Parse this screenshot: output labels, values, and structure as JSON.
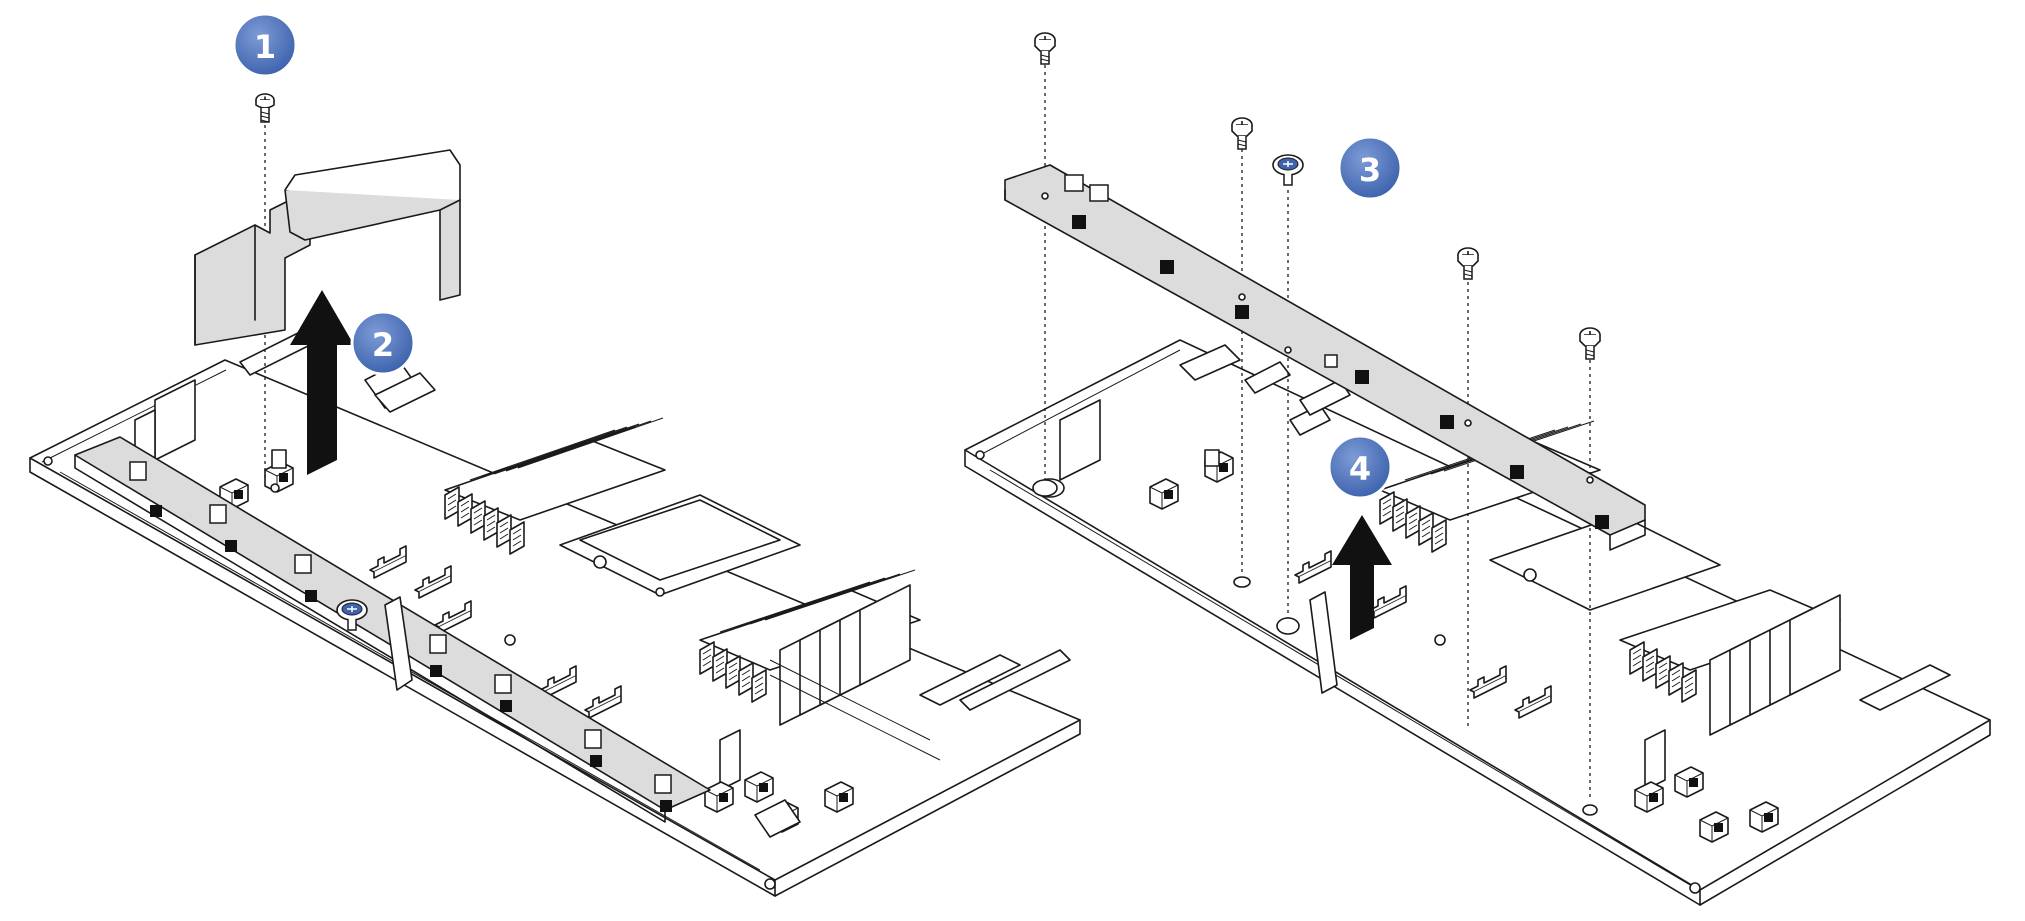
{
  "figure": {
    "colors": {
      "callout": "#5b7fc4",
      "callout_dark": "#3e63ad",
      "line": "#1a1a1a",
      "panel": "#dcdcdc",
      "arrow": "#111111"
    },
    "steps": [
      {
        "number": "1",
        "icon": "numbered-callout"
      },
      {
        "number": "2",
        "icon": "numbered-callout"
      },
      {
        "number": "3",
        "icon": "numbered-callout"
      },
      {
        "number": "4",
        "icon": "numbered-callout"
      }
    ]
  }
}
